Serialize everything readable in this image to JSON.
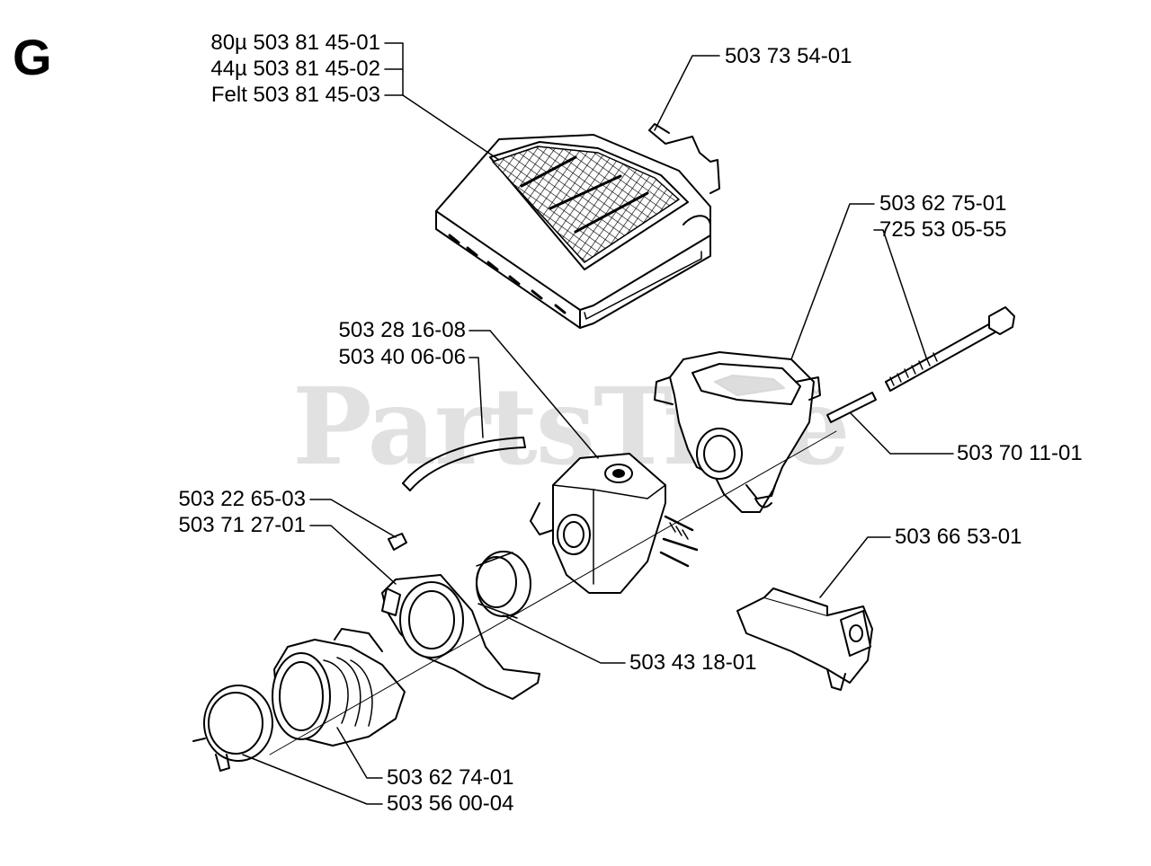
{
  "section_letter": "G",
  "watermark": {
    "brand": "PartsTree",
    "trademark": "™"
  },
  "part_numbers": {
    "air_filter_80": "80µ 503 81 45-01",
    "air_filter_44": "44µ 503 81 45-02",
    "air_filter_felt": "Felt 503 81 45-03",
    "filter_spring": "503 73 54-01",
    "intake_manifold": "503 62 75-01",
    "manifold_screw": "725 53 05-55",
    "carb_part_a": "503 28 16-08",
    "fuel_hose": "503 40 06-06",
    "pin": "503 70 11-01",
    "clip_nut": "503 22 65-03",
    "carb_bracket": "503 71 27-01",
    "choke_plate": "503 66 53-01",
    "carburetor": "503 43 18-01",
    "intake_boot": "503 62 74-01",
    "hose_clamp": "503 56 00-04"
  }
}
